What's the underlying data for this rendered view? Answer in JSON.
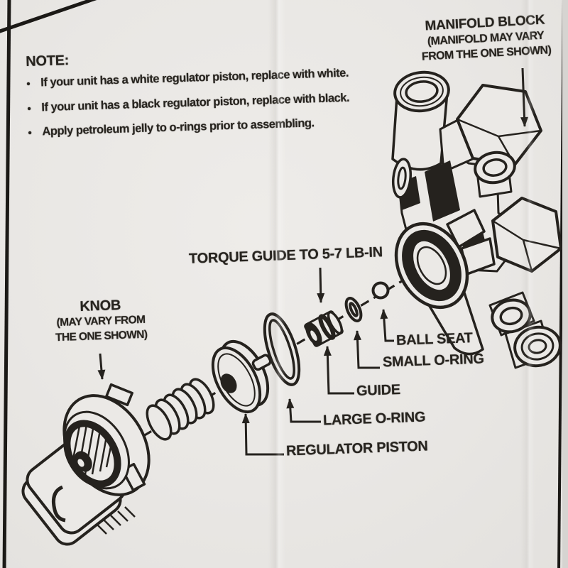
{
  "document": {
    "type": "exploded-parts-diagram",
    "paper_color": "#e9e7e4",
    "ink_color": "#27241f"
  },
  "note": {
    "heading": "NOTE:",
    "bullet": "•",
    "items": [
      "If your unit has a white regulator piston, replace with white.",
      "If your unit has a black regulator piston, replace with black.",
      "Apply petroleum jelly to o-rings prior to assembling."
    ]
  },
  "labels": {
    "manifold_block": {
      "title": "MANIFOLD BLOCK",
      "sub1": "(MANIFOLD MAY VARY",
      "sub2": "FROM THE ONE SHOWN)"
    },
    "torque": "TORQUE GUIDE TO 5-7 LB-IN",
    "knob": {
      "title": "KNOB",
      "sub1": "(MAY VARY FROM",
      "sub2": "THE ONE SHOWN)"
    },
    "ball_seat": "BALL SEAT",
    "small_o_ring": "SMALL O-RING",
    "guide": "GUIDE",
    "large_o_ring": "LARGE O-RING",
    "regulator_piston": "REGULATOR PISTON"
  }
}
